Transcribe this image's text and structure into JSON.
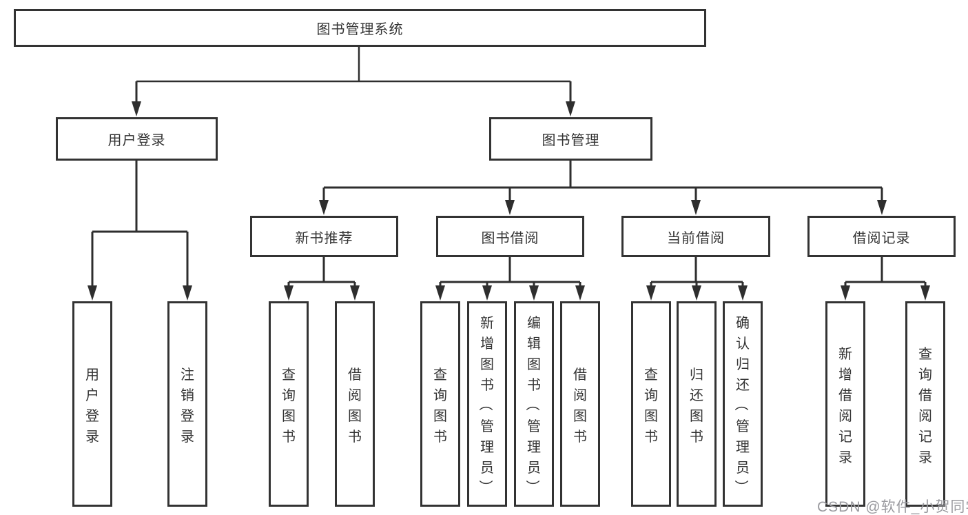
{
  "colors": {
    "line": "#2e2e2e",
    "box_border": "#333333",
    "box_fill": "#ffffff",
    "text": "#333333",
    "watermark_text": "#9b9ba0"
  },
  "root": {
    "label": "图书管理系统"
  },
  "branches": [
    {
      "label": "用户登录",
      "children": [
        "用户登录",
        "注销登录"
      ]
    },
    {
      "label": "图书管理",
      "sections": [
        {
          "label": "新书推荐",
          "children": [
            "查询图书",
            "借阅图书"
          ]
        },
        {
          "label": "图书借阅",
          "children": [
            "查询图书",
            "新增图书（管理员）",
            "编辑图书（管理员）",
            "借阅图书"
          ]
        },
        {
          "label": "当前借阅",
          "children": [
            "查询图书",
            "归还图书",
            "确认归还（管理员）"
          ]
        },
        {
          "label": "借阅记录",
          "children": [
            "新增借阅记录",
            "查询借阅记录"
          ]
        }
      ]
    }
  ],
  "watermark": "CSDN @软件_小贺同学"
}
